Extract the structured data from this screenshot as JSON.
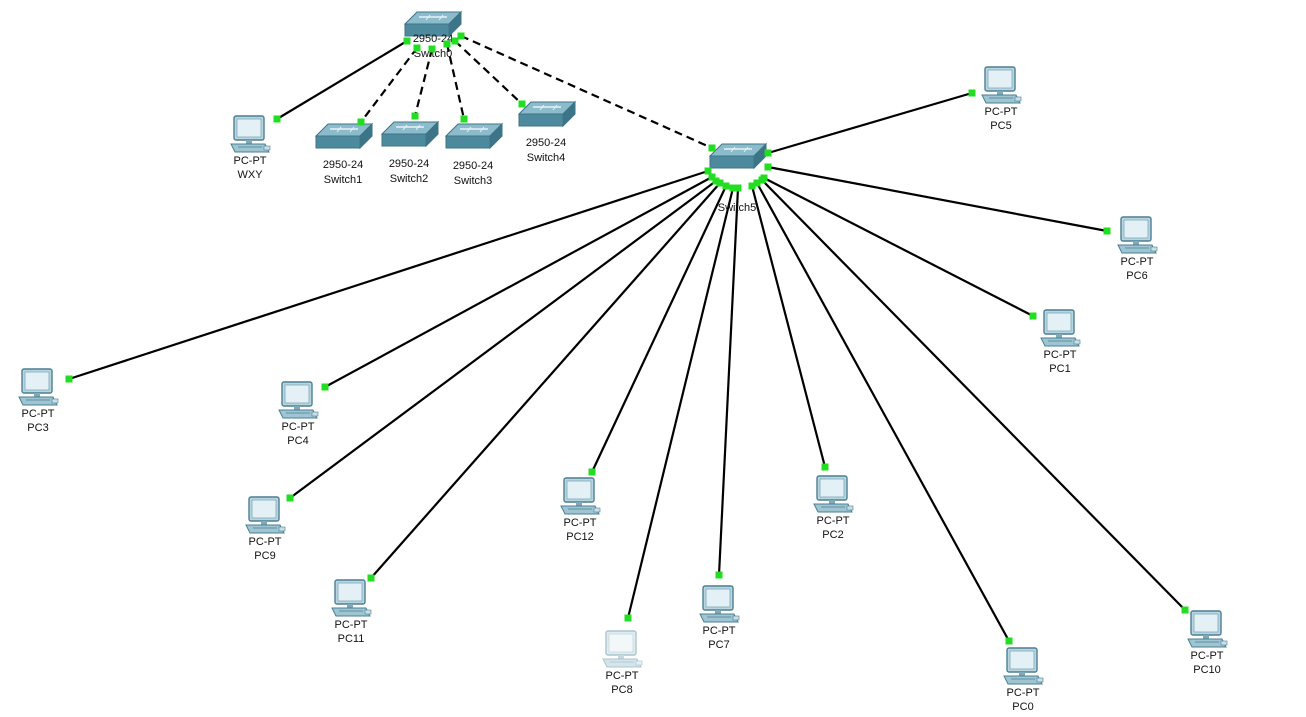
{
  "colors": {
    "port_up": "#22dd22",
    "link": "#000000",
    "switch_top": "#8cbccc",
    "switch_front": "#4d8a9e",
    "pc_body": "#b9d6e0",
    "pc_dark": "#4a7f93"
  },
  "switches": [
    {
      "id": "sw0",
      "icon": "switch-icon",
      "model": "2950-24",
      "name": "Switch0"
    },
    {
      "id": "sw1",
      "icon": "switch-icon",
      "model": "2950-24",
      "name": "Switch1"
    },
    {
      "id": "sw2",
      "icon": "switch-icon",
      "model": "2950-24",
      "name": "Switch2"
    },
    {
      "id": "sw3",
      "icon": "switch-icon",
      "model": "2950-24",
      "name": "Switch3"
    },
    {
      "id": "sw4",
      "icon": "switch-icon",
      "model": "2950-24",
      "name": "Switch4"
    },
    {
      "id": "sw5",
      "icon": "switch-icon",
      "model": "",
      "name": "Switch5"
    }
  ],
  "pcs": [
    {
      "id": "wxy",
      "icon": "pc-icon",
      "model": "PC-PT",
      "name": "WXY"
    },
    {
      "id": "pc5",
      "icon": "pc-icon",
      "model": "PC-PT",
      "name": "PC5"
    },
    {
      "id": "pc6",
      "icon": "pc-icon",
      "model": "PC-PT",
      "name": "PC6"
    },
    {
      "id": "pc1",
      "icon": "pc-icon",
      "model": "PC-PT",
      "name": "PC1"
    },
    {
      "id": "pc3",
      "icon": "pc-icon",
      "model": "PC-PT",
      "name": "PC3"
    },
    {
      "id": "pc4",
      "icon": "pc-icon",
      "model": "PC-PT",
      "name": "PC4"
    },
    {
      "id": "pc9",
      "icon": "pc-icon",
      "model": "PC-PT",
      "name": "PC9"
    },
    {
      "id": "pc12",
      "icon": "pc-icon",
      "model": "PC-PT",
      "name": "PC12"
    },
    {
      "id": "pc2",
      "icon": "pc-icon",
      "model": "PC-PT",
      "name": "PC2"
    },
    {
      "id": "pc11",
      "icon": "pc-icon",
      "model": "PC-PT",
      "name": "PC11"
    },
    {
      "id": "pc7",
      "icon": "pc-icon",
      "model": "PC-PT",
      "name": "PC7"
    },
    {
      "id": "pc8",
      "icon": "pc-icon",
      "model": "PC-PT",
      "name": "PC8",
      "faded": true
    },
    {
      "id": "pc0",
      "icon": "pc-icon",
      "model": "PC-PT",
      "name": "PC0"
    },
    {
      "id": "pc10",
      "icon": "pc-icon",
      "model": "PC-PT",
      "name": "PC10"
    }
  ],
  "links": [
    {
      "from": "sw0",
      "to": "wxy",
      "type": "straight-through"
    },
    {
      "from": "sw0",
      "to": "sw1",
      "type": "crossover"
    },
    {
      "from": "sw0",
      "to": "sw2",
      "type": "crossover"
    },
    {
      "from": "sw0",
      "to": "sw3",
      "type": "crossover"
    },
    {
      "from": "sw0",
      "to": "sw4",
      "type": "crossover"
    },
    {
      "from": "sw0",
      "to": "sw5",
      "type": "crossover"
    },
    {
      "from": "sw5",
      "to": "pc5",
      "type": "straight-through"
    },
    {
      "from": "sw5",
      "to": "pc6",
      "type": "straight-through"
    },
    {
      "from": "sw5",
      "to": "pc1",
      "type": "straight-through"
    },
    {
      "from": "sw5",
      "to": "pc3",
      "type": "straight-through"
    },
    {
      "from": "sw5",
      "to": "pc4",
      "type": "straight-through"
    },
    {
      "from": "sw5",
      "to": "pc9",
      "type": "straight-through"
    },
    {
      "from": "sw5",
      "to": "pc12",
      "type": "straight-through"
    },
    {
      "from": "sw5",
      "to": "pc2",
      "type": "straight-through"
    },
    {
      "from": "sw5",
      "to": "pc11",
      "type": "straight-through"
    },
    {
      "from": "sw5",
      "to": "pc7",
      "type": "straight-through"
    },
    {
      "from": "sw5",
      "to": "pc8",
      "type": "straight-through"
    },
    {
      "from": "sw5",
      "to": "pc0",
      "type": "straight-through"
    },
    {
      "from": "sw5",
      "to": "pc10",
      "type": "straight-through"
    }
  ]
}
